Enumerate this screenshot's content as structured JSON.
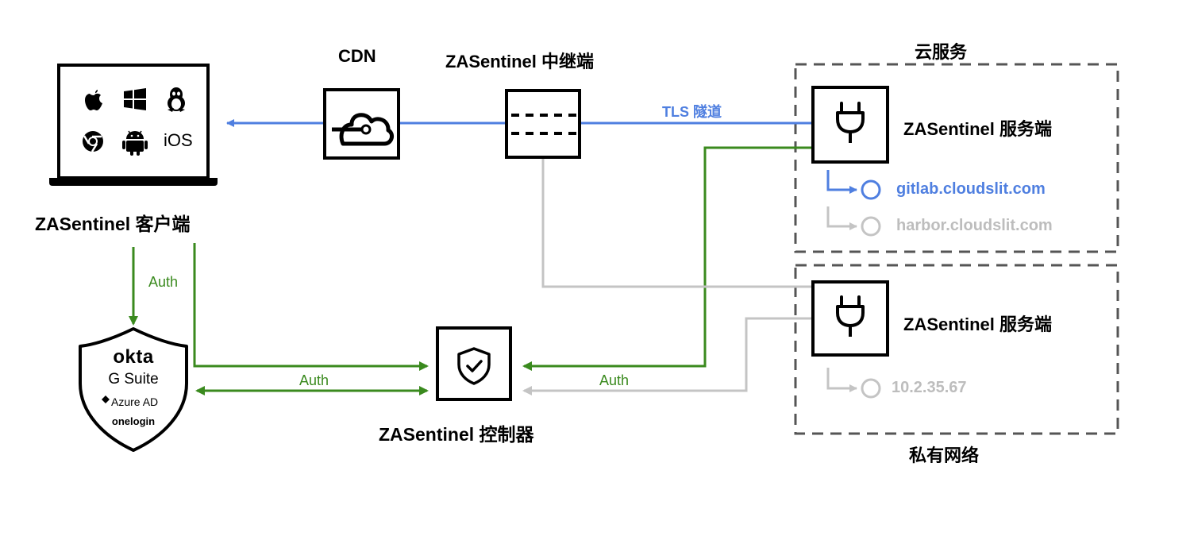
{
  "labels": {
    "cdn": "CDN",
    "relay": "ZASentinel 中继端",
    "cloud_group": "云服务",
    "server_cloud": "ZASentinel 服务端",
    "server_private": "ZASentinel 服务端",
    "client": "ZASentinel 客户端",
    "controller": "ZASentinel 控制器",
    "private_group": "私有网络",
    "tls_tunnel": "TLS 隧道",
    "auth_client_idp": "Auth",
    "auth_idp_controller": "Auth",
    "auth_server_controller": "Auth"
  },
  "client_platforms": [
    "apple-icon",
    "windows-icon",
    "linux-tux-icon",
    "chrome-icon",
    "android-icon",
    "iOS"
  ],
  "identity_providers": {
    "okta": "okta",
    "gsuite": "G Suite",
    "azure": "Azure AD",
    "onelogin": "onelogin"
  },
  "hosts": {
    "gitlab": "gitlab.cloudslit.com",
    "harbor": "harbor.cloudslit.com",
    "private_ip": "10.2.35.67"
  },
  "colors": {
    "tls_blue": "#4f7fe0",
    "auth_green": "#3a8a1e",
    "inactive_gray": "#bdbdbd",
    "text": "#000000"
  }
}
